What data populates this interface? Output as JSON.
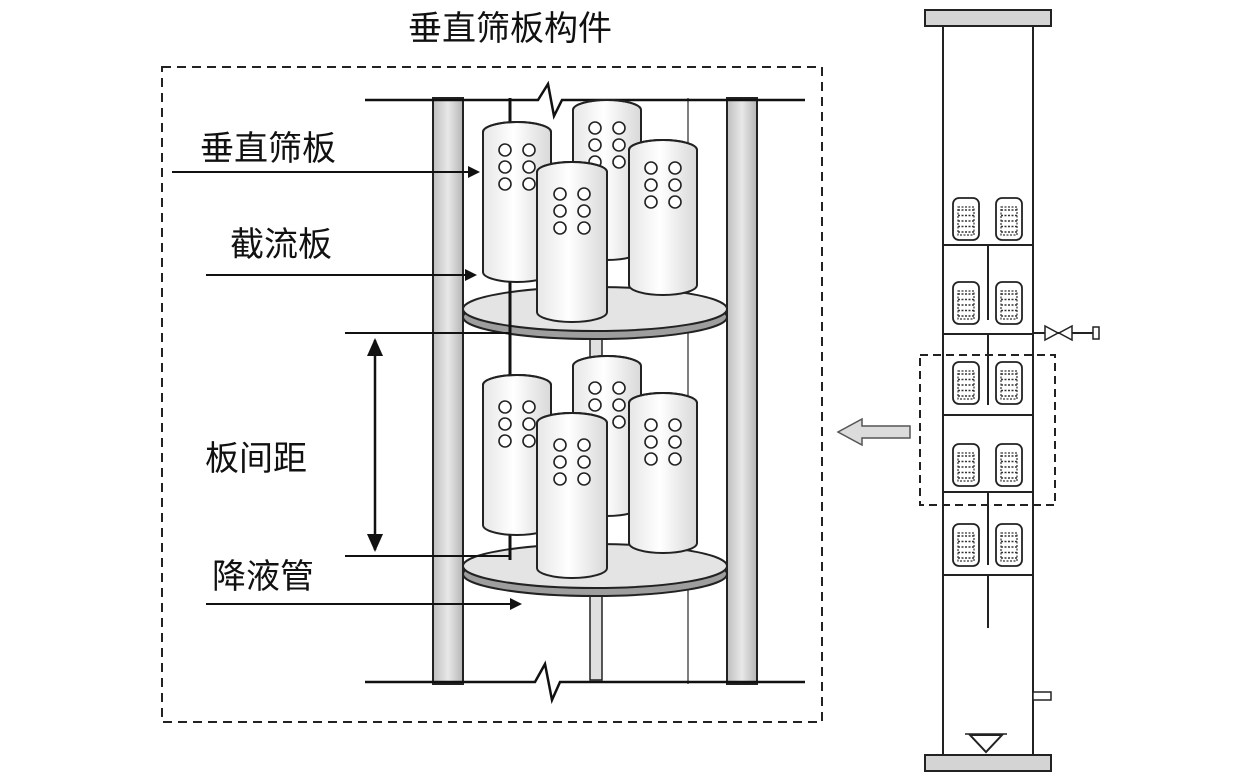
{
  "title": "垂直筛板构件",
  "labels": {
    "vertical_sieve_plate": "垂直筛板",
    "flow_baffle": "截流板",
    "plate_spacing": "板间距",
    "downcomer": "降液管"
  },
  "colors": {
    "stroke": "#1a1a1a",
    "metal": "#cccccc",
    "plate": "#d9d9d9",
    "cap": "#ffffff",
    "arrow": "#c8c8c8"
  }
}
